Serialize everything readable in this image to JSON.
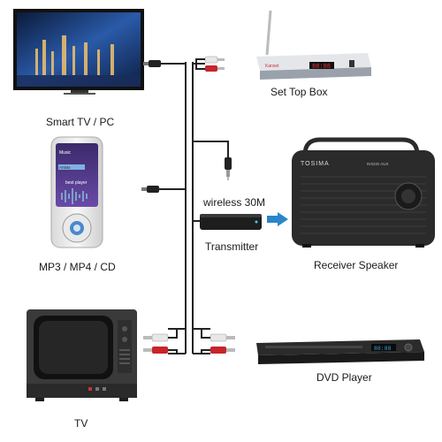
{
  "devices": {
    "tv_pc": {
      "label": "Smart TV / PC",
      "screen_color": "#1f3f7a"
    },
    "set_top_box": {
      "label": "Set Top Box",
      "brand": "Kanset",
      "display": "88:88"
    },
    "mp3": {
      "label": "MP3 / MP4 / CD",
      "screen_text_1": "Music",
      "screen_text_2": "Artists",
      "screen_text_3": "best player"
    },
    "transmitter": {
      "label": "Transmitter"
    },
    "wireless": {
      "label": "wireless 30M"
    },
    "speaker": {
      "label": "Receiver Speaker",
      "brand": "TOSIMA",
      "panel_text": "RADIO AUX"
    },
    "crt_tv": {
      "label": "TV"
    },
    "dvd": {
      "label": "DVD Player",
      "display": "88:88"
    }
  },
  "colors": {
    "cable": "#222222",
    "rca_red": "#c8242b",
    "rca_white": "#e8e8e8",
    "arrow": "#2a86c9",
    "device_dark": "#2b2b2b"
  }
}
